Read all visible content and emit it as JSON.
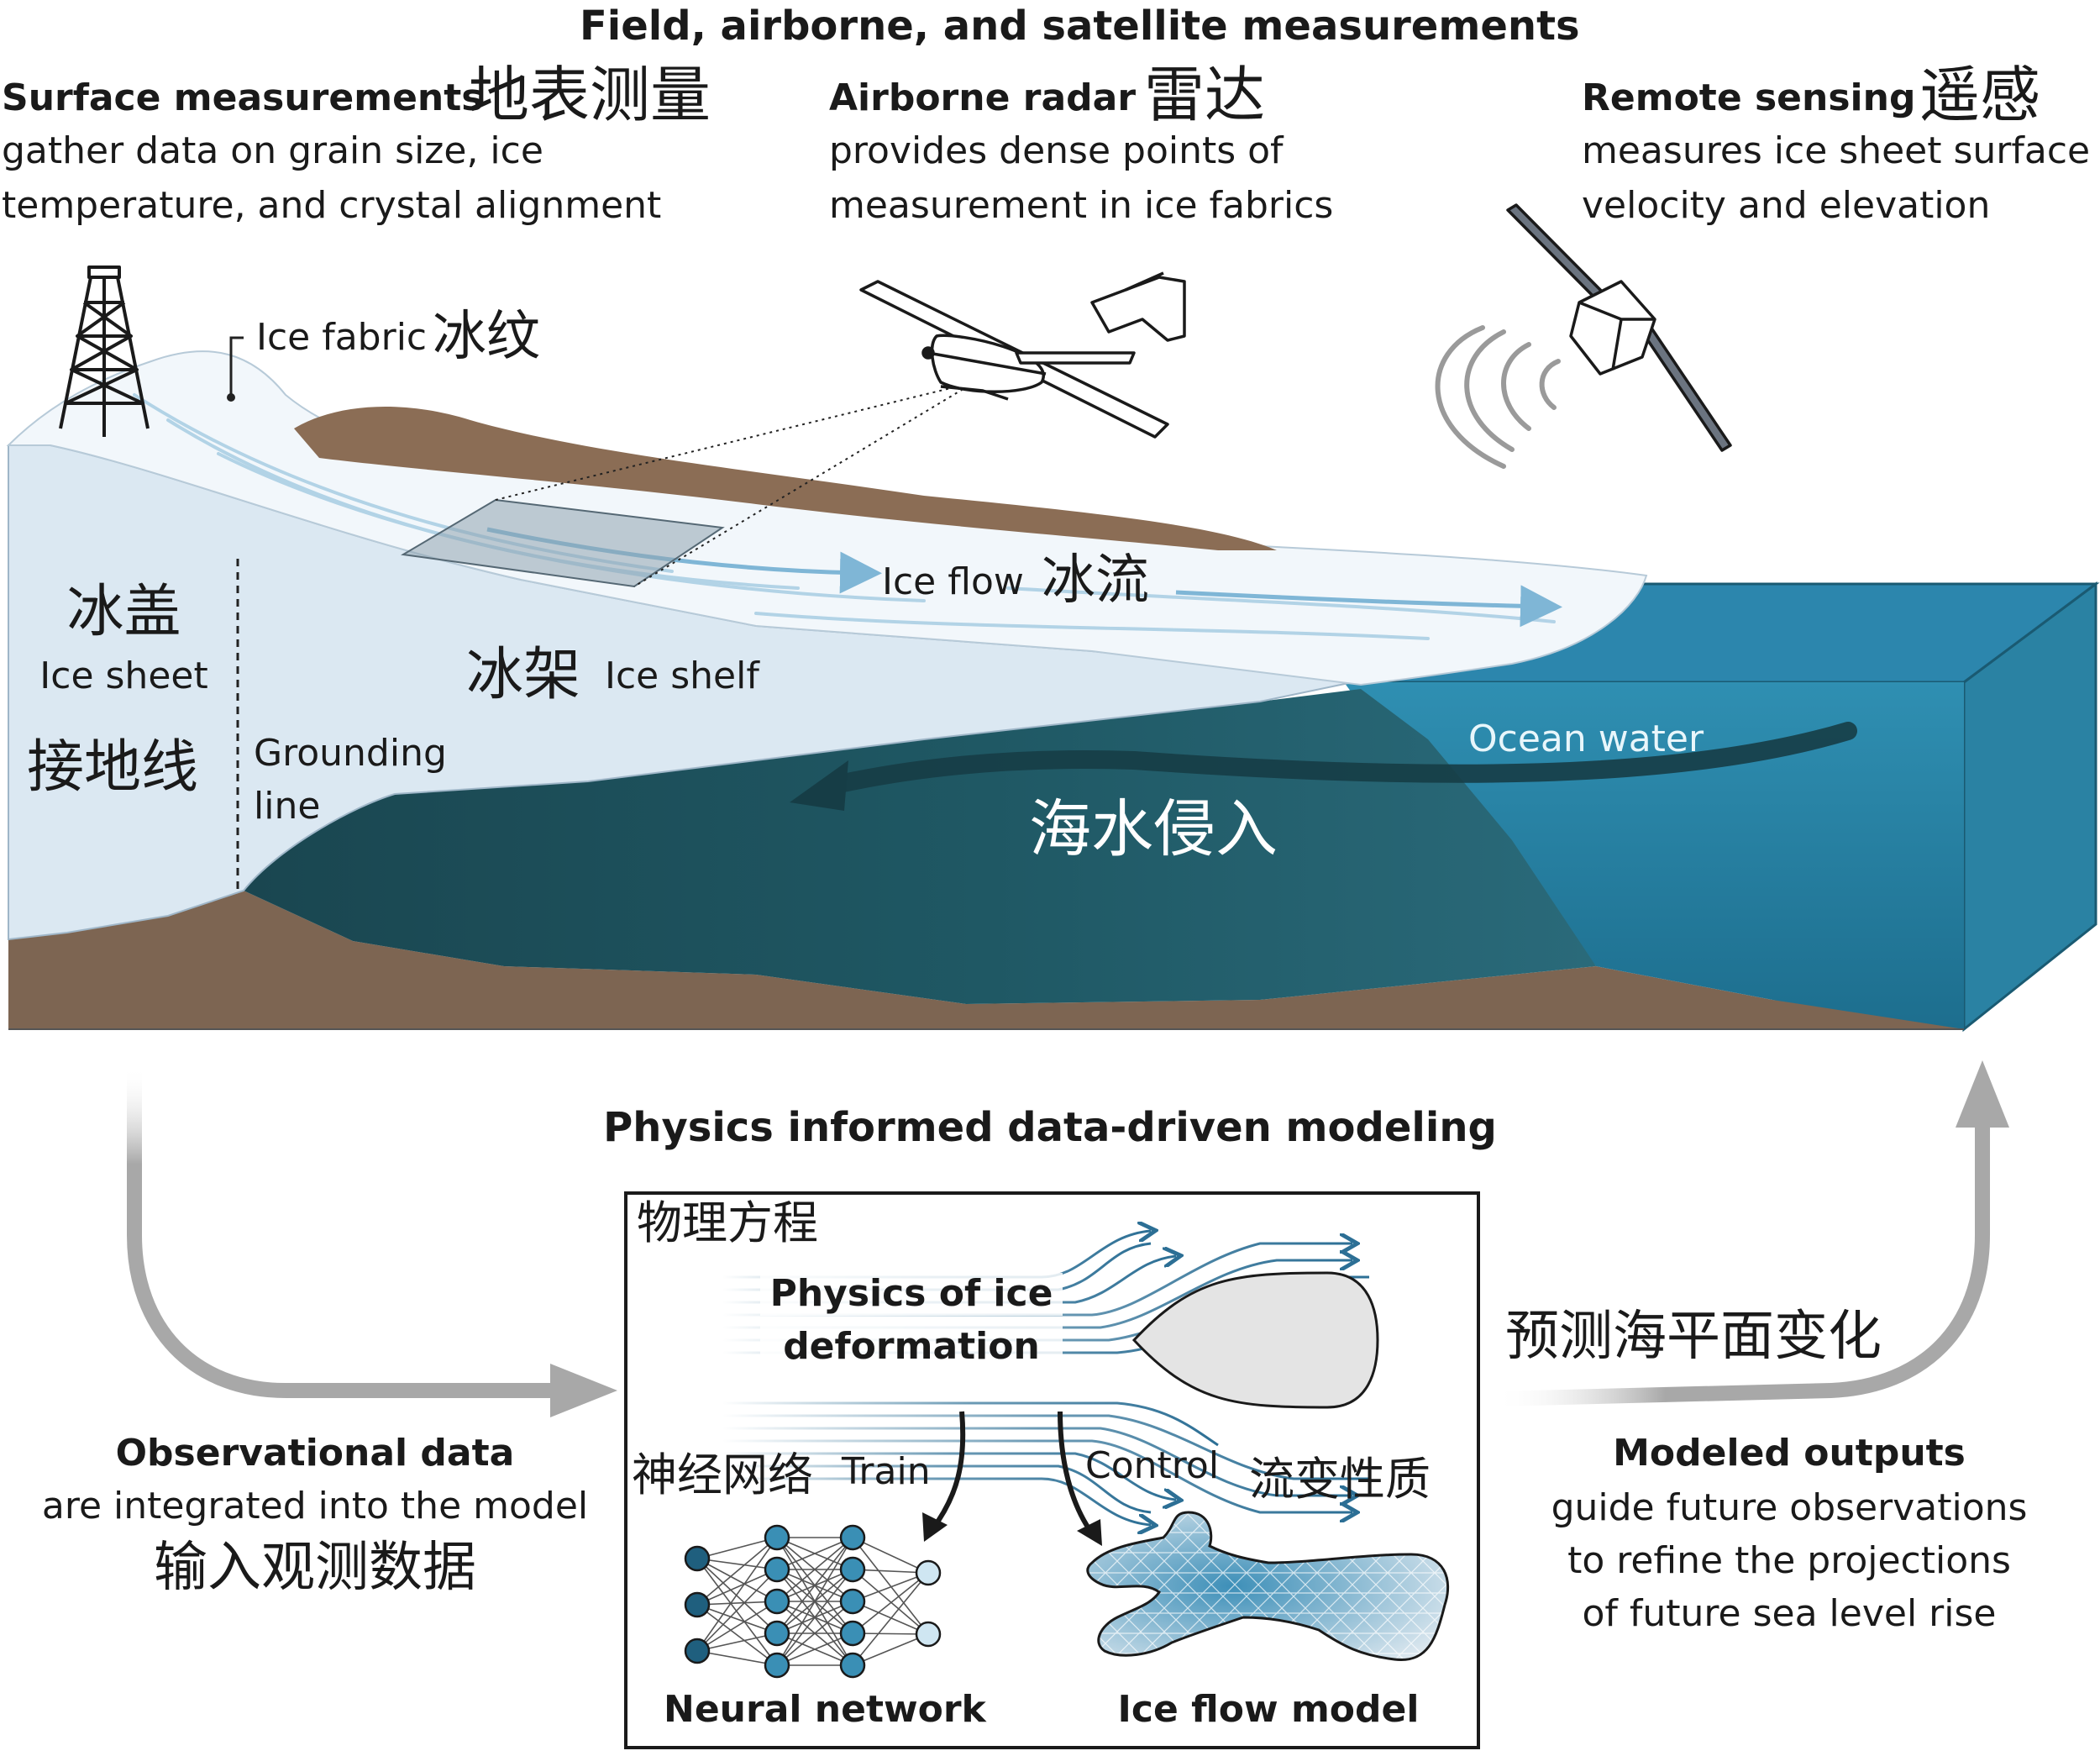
{
  "title": "Field, airborne, and satellite measurements",
  "surface": {
    "heading": "Surface measurements",
    "heading_cn": "地表测量",
    "line1": "gather data on grain size, ice",
    "line2": "temperature, and crystal alignment"
  },
  "airborne": {
    "heading": "Airborne radar",
    "heading_cn": "雷达",
    "line1": "provides dense points of",
    "line2": "measurement in ice fabrics"
  },
  "remote": {
    "heading": "Remote sensing",
    "heading_cn": "遥感",
    "line1": "measures ice sheet surface",
    "line2": "velocity and elevation"
  },
  "labels": {
    "ice_fabric": "Ice fabric",
    "ice_fabric_cn": "冰纹",
    "ice_flow": "Ice flow",
    "ice_flow_cn": "冰流",
    "ice_sheet_cn": "冰盖",
    "ice_sheet": "Ice sheet",
    "grounding_cn": "接地线",
    "grounding_1": "Grounding",
    "grounding_2": "line",
    "ice_shelf_cn": "冰架",
    "ice_shelf": "Ice shelf",
    "ocean_water": "Ocean water",
    "intrusion_cn": "海水侵入"
  },
  "modeling": {
    "title": "Physics informed data-driven modeling",
    "physics_cn": "物理方程",
    "physics_1": "Physics of ice",
    "physics_2": "deformation",
    "nn_cn": "神经网络",
    "train": "Train",
    "control": "Control",
    "rheology_cn": "流变性质",
    "neural_network": "Neural network",
    "ice_flow_model": "Ice flow model"
  },
  "observational": {
    "heading": "Observational data",
    "line1": "are integrated into the model",
    "line_cn": "输入观测数据"
  },
  "outputs": {
    "prediction_cn": "预测海平面变化",
    "heading": "Modeled outputs",
    "line1": "guide future observations",
    "line2": "to refine the projections",
    "line3": "of future sea level rise"
  },
  "colors": {
    "bedrock": "#7d6552",
    "ice_light": "#dde9f3",
    "ice_white": "#f3f8fc",
    "ocean_deep": "#1d4f5a",
    "ocean_bright": "#2584a6",
    "flow_arrow": "#7fb6d6",
    "stream": "#2c6f95",
    "grey_arrow": "#a8a8a8",
    "node": "#3a8fb5"
  },
  "icons": [
    "drill-rig-icon",
    "aircraft-icon",
    "satellite-icon"
  ]
}
